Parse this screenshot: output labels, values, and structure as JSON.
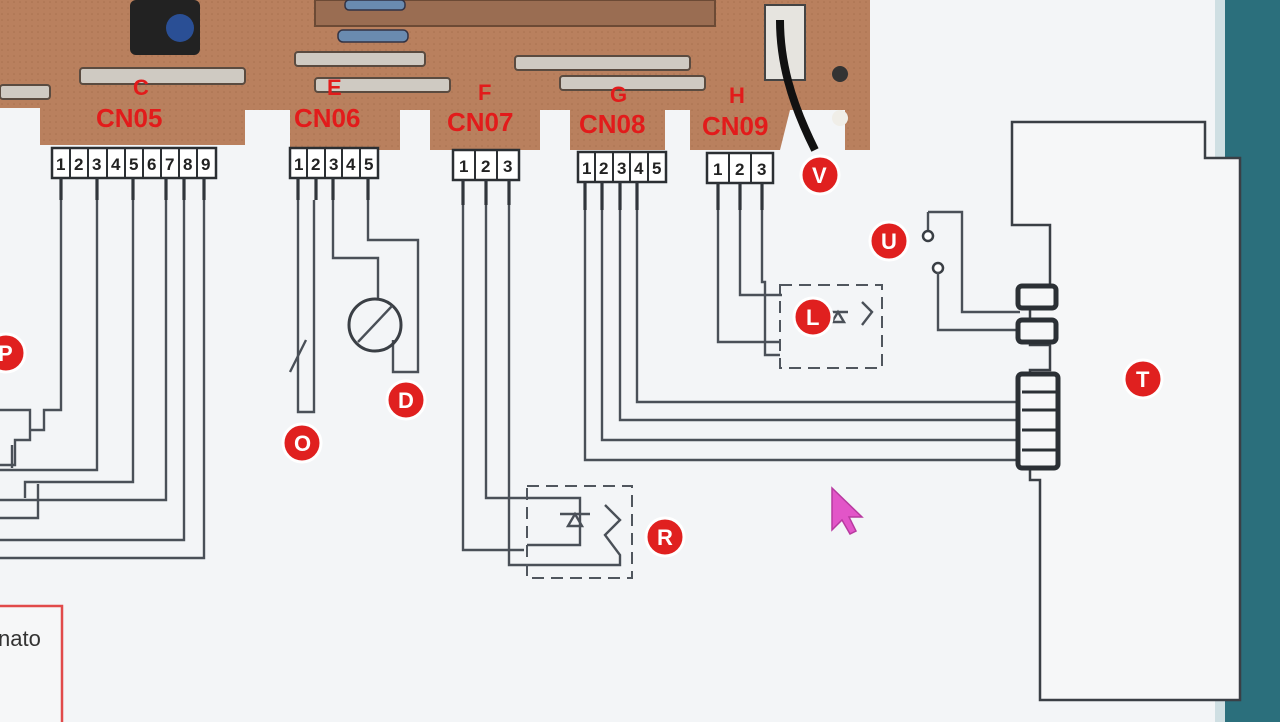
{
  "connectors": [
    {
      "id": "CN05",
      "letter": "C",
      "label": "CN05",
      "pins": [
        "1",
        "2",
        "3",
        "4",
        "5",
        "6",
        "7",
        "8",
        "9"
      ]
    },
    {
      "id": "CN06",
      "letter": "E",
      "label": "CN06",
      "pins": [
        "1",
        "2",
        "3",
        "4",
        "5"
      ]
    },
    {
      "id": "CN07",
      "letter": "F",
      "label": "CN07",
      "pins": [
        "1",
        "2",
        "3"
      ]
    },
    {
      "id": "CN08",
      "letter": "G",
      "label": "CN08",
      "pins": [
        "1",
        "2",
        "3",
        "4",
        "5"
      ]
    },
    {
      "id": "CN09",
      "letter": "H",
      "label": "CN09",
      "pins": [
        "1",
        "2",
        "3"
      ]
    }
  ],
  "components": {
    "P": "P",
    "O": "O",
    "D": "D",
    "R": "R",
    "L": "L",
    "U": "U",
    "V": "V",
    "T": "T"
  },
  "legend_fragment": "nato",
  "colors": {
    "badge": "#e0201f",
    "connector_label": "#e21b1b",
    "pcb": "#b8805c",
    "wire": "#4a5058",
    "background": "#f2f4f6",
    "legend_border": "#e14a4a",
    "cursor": "#e255c8"
  }
}
